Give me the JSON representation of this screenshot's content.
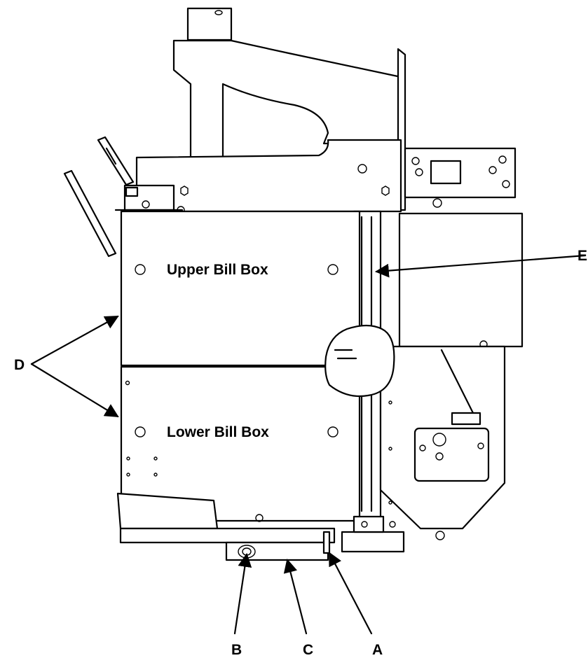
{
  "labels": {
    "upper_box": "Upper Bill Box",
    "lower_box": "Lower Bill Box"
  },
  "callouts": {
    "a": "A",
    "b": "B",
    "c": "C",
    "d": "D",
    "e": "E"
  }
}
